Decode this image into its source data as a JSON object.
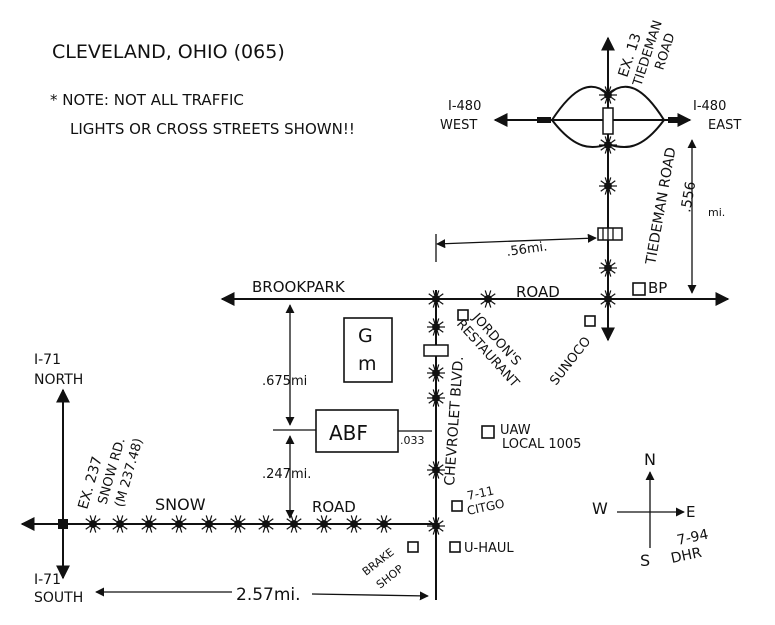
{
  "header": {
    "title": "CLEVELAND, OHIO (065)",
    "note_line1": "* NOTE: NOT ALL TRAFFIC",
    "note_line2": "LIGHTS OR CROSS STREETS SHOWN!!"
  },
  "roads": {
    "brookpark_a": "BROOKPARK",
    "brookpark_b": "ROAD",
    "snow_a": "SNOW",
    "snow_b": "ROAD",
    "chevrolet": "CHEVROLET BLVD.",
    "tiedeman": "TIEDEMAN ROAD",
    "ex13_a": "EX. 13",
    "ex13_b": "TIEDEMAN",
    "ex13_c": "ROAD",
    "ex237_a": "EX. 237",
    "ex237_b": "SNOW RD.",
    "ex237_c": "(M 237.48)",
    "i480_west_a": "I-480",
    "i480_west_b": "WEST",
    "i480_east_a": "I-480",
    "i480_east_b": "EAST",
    "i71_north_a": "I-71",
    "i71_north_b": "NORTH",
    "i71_south_a": "I-71",
    "i71_south_b": "SOUTH"
  },
  "distances": {
    "d556_a": ".556",
    "d556_b": "mi.",
    "d56": ".56mi.",
    "d675": ".675mi",
    "d247": ".247mi.",
    "d257": "2.57mi.",
    "d033": ".033"
  },
  "places": {
    "gm_a": "G",
    "gm_b": "m",
    "abf": "ABF",
    "uaw_a": "UAW",
    "uaw_b": "LOCAL 1005",
    "jordons_a": "JORDON'S",
    "jordons_b": "RESTAURANT",
    "sunoco": "SUNOCO",
    "bp": "BP",
    "seven11_a": "7-11",
    "seven11_b": "CITGO",
    "brake_a": "BRAKE",
    "brake_b": "SHOP",
    "uhaul": "U-HAUL"
  },
  "compass": {
    "n": "N",
    "s": "S",
    "e": "E",
    "w": "W"
  },
  "signature": {
    "date": "7-94",
    "initials": "DHR"
  }
}
